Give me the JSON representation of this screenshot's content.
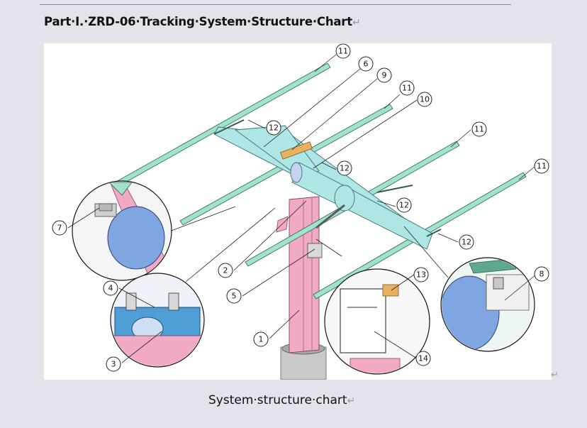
{
  "heading": {
    "text": "Part·I.·ZRD-06·Tracking·System·Structure·Chart",
    "return_mark": "↵"
  },
  "figure": {
    "callouts": [
      "11",
      "6",
      "9",
      "11",
      "10",
      "12",
      "12",
      "11",
      "11",
      "12",
      "12",
      "7",
      "2",
      "4",
      "5",
      "3",
      "1",
      "13",
      "8",
      "14"
    ],
    "colors": {
      "rail": "#9fe3cf",
      "beam": "#aee6e6",
      "post": "#f2a9c6",
      "clamp_blue": "#7fa6e0",
      "ground": "#b8b8b8"
    }
  },
  "side_mark": "↵",
  "caption": {
    "text": "System·structure·chart",
    "return_mark": "↵"
  }
}
